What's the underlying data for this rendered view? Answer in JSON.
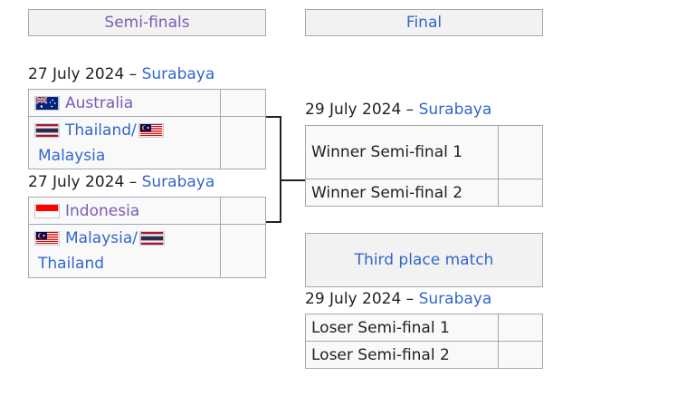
{
  "headers": {
    "semifinals": "Semi-finals",
    "final": "Final",
    "third_place": "Third place match"
  },
  "semifinal_1": {
    "date": "27 July 2024 –",
    "venue": "Surabaya",
    "team_a": {
      "name": "Australia",
      "flag": "australia-flag-icon",
      "score": ""
    },
    "team_b": {
      "name_part1": "Thailand",
      "separator": "/",
      "name_part2": "Malaysia",
      "flags": [
        "thailand-flag-icon",
        "malaysia-flag-icon"
      ],
      "score": ""
    }
  },
  "semifinal_2": {
    "date": "27 July 2024 –",
    "venue": "Surabaya",
    "team_a": {
      "name": "Indonesia",
      "flag": "indonesia-flag-icon",
      "score": ""
    },
    "team_b": {
      "name_part1": "Malaysia",
      "separator": "/",
      "name_part2": "Thailand",
      "flags": [
        "malaysia-flag-icon",
        "thailand-flag-icon"
      ],
      "score": ""
    }
  },
  "final": {
    "date": "29 July 2024 –",
    "venue": "Surabaya",
    "team_a": {
      "name": "Winner Semi-final 1",
      "score": ""
    },
    "team_b": {
      "name": "Winner Semi-final 2",
      "score": ""
    }
  },
  "third_place": {
    "date": "29 July 2024 –",
    "venue": "Surabaya",
    "team_a": {
      "name": "Loser Semi-final 1",
      "score": ""
    },
    "team_b": {
      "name": "Loser Semi-final 2",
      "score": ""
    }
  },
  "colors": {
    "visited_link": "#795cb2",
    "link": "#3366cc",
    "header_bg": "#f2f2f2",
    "cell_bg": "#f9f9f9",
    "border": "#a2a9b1"
  }
}
